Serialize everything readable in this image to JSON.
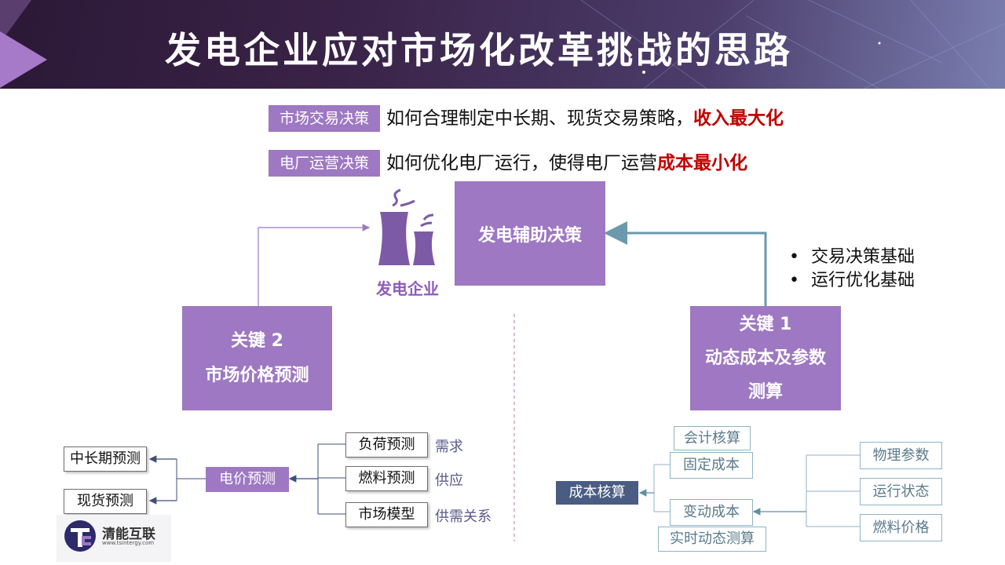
{
  "title": "发电企业应对市场化改革挑战的思路",
  "decisions": [
    {
      "tag": "市场交易决策",
      "text": "如何合理制定中长期、现货交易策略，",
      "highlight": "收入最大化"
    },
    {
      "tag": "电厂运营决策",
      "text": "如何优化电厂运行，使得电厂运营",
      "highlight": "成本最小化"
    }
  ],
  "center_box": "发电辅助决策",
  "plant_label": "发电企业",
  "bullets": [
    "交易决策基础",
    "运行优化基础"
  ],
  "key2": {
    "line1": "关键 2",
    "line2": "市场价格预测"
  },
  "key1": {
    "line1": "关键 1",
    "line2": "动态成本及参数",
    "line3": "测算"
  },
  "left_tree": {
    "outputs": [
      "中长期预测",
      "现货预测"
    ],
    "center": "电价预测",
    "inputs": [
      "负荷预测",
      "燃料预测",
      "市场模型"
    ],
    "input_notes": [
      "需求",
      "供应",
      "供需关系"
    ]
  },
  "right_tree": {
    "root": "成本核算",
    "cost_items": [
      "固定成本",
      "变动成本"
    ],
    "cost_notes": [
      "会计核算",
      "实时动态测算"
    ],
    "params": [
      "物理参数",
      "运行状态",
      "燃料价格"
    ]
  },
  "logo": {
    "name": "清能互联",
    "url": "www.tsintergy.com"
  },
  "colors": {
    "purple": "#9e78c2",
    "red": "#c00000",
    "navy": "#3d4f7a"
  }
}
